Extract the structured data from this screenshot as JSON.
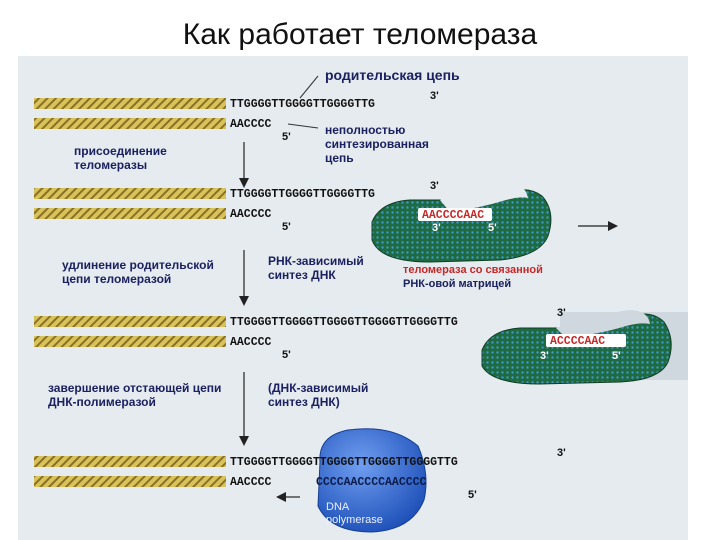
{
  "slide_title": "Как работает теломераза",
  "labels": {
    "parent_chain": "родительская цепь",
    "incomplete_1": "неполностью",
    "incomplete_2": "синтезированная",
    "incomplete_3": "цепь",
    "attach_1": "присоединение",
    "attach_2": "теломеразы",
    "elong_1": "удлинение родительской",
    "elong_2": "цепи теломеразой",
    "rna_dep_1": "РНК-зависимый",
    "rna_dep_2": "синтез ДНК",
    "telom_1": "теломераза со связанной",
    "telom_2": "РНК-овой матрицей",
    "complete_1": "завершение отстающей цепи",
    "complete_2": "ДНК-полимеразой",
    "dna_dep_1": "(ДНК-зависимый",
    "dna_dep_2": "синтез ДНК)",
    "dna_pol_1": "DNA",
    "dna_pol_2": "polymerase"
  },
  "sequences": {
    "top_1": "TTGGGGTTGGGGTTGGGGTTG",
    "bottom_1": "AACCCC",
    "top_2": "TTGGGGTTGGGGTTGGGGTTG",
    "bottom_2": "AACCCC",
    "rna_2": "AACCCCAAC",
    "top_3": "TTGGGGTTGGGGTTGGGGTTGGGGTTGGGGTTG",
    "bottom_3": "AACCCC",
    "rna_3": "ACCCCAAC",
    "top_4": "TTGGGGTTGGGGTTGGGGTTGGGGTTGGGGTTG",
    "bottom_4": "AACCCC",
    "new_4": "CCCCAACCCCAACCCC"
  },
  "ends": {
    "three": "3'",
    "five": "5'"
  },
  "colors": {
    "strand": "#c9b347",
    "strand_stripe": "#7a6420",
    "telomerase": "#1f6a3f",
    "polymerase": "#2a5fc4",
    "label": "#1b2060",
    "rna_text": "#c62828"
  }
}
